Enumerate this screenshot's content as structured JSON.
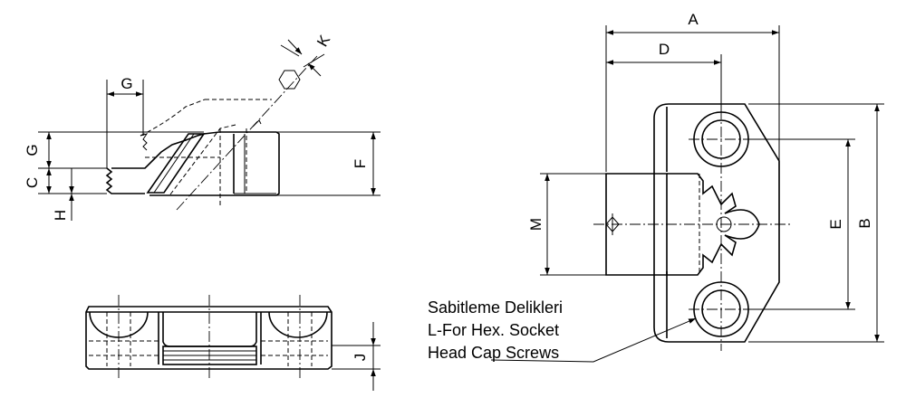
{
  "dimensions": {
    "A": "A",
    "B": "B",
    "C": "C",
    "D": "D",
    "E": "E",
    "F": "F",
    "G": "G",
    "H": "H",
    "J": "J",
    "K": "K",
    "M": "M"
  },
  "note": {
    "line1": "Sabitleme Delikleri",
    "line2": "L-For Hex. Socket",
    "line3": "Head Cap Screws"
  }
}
